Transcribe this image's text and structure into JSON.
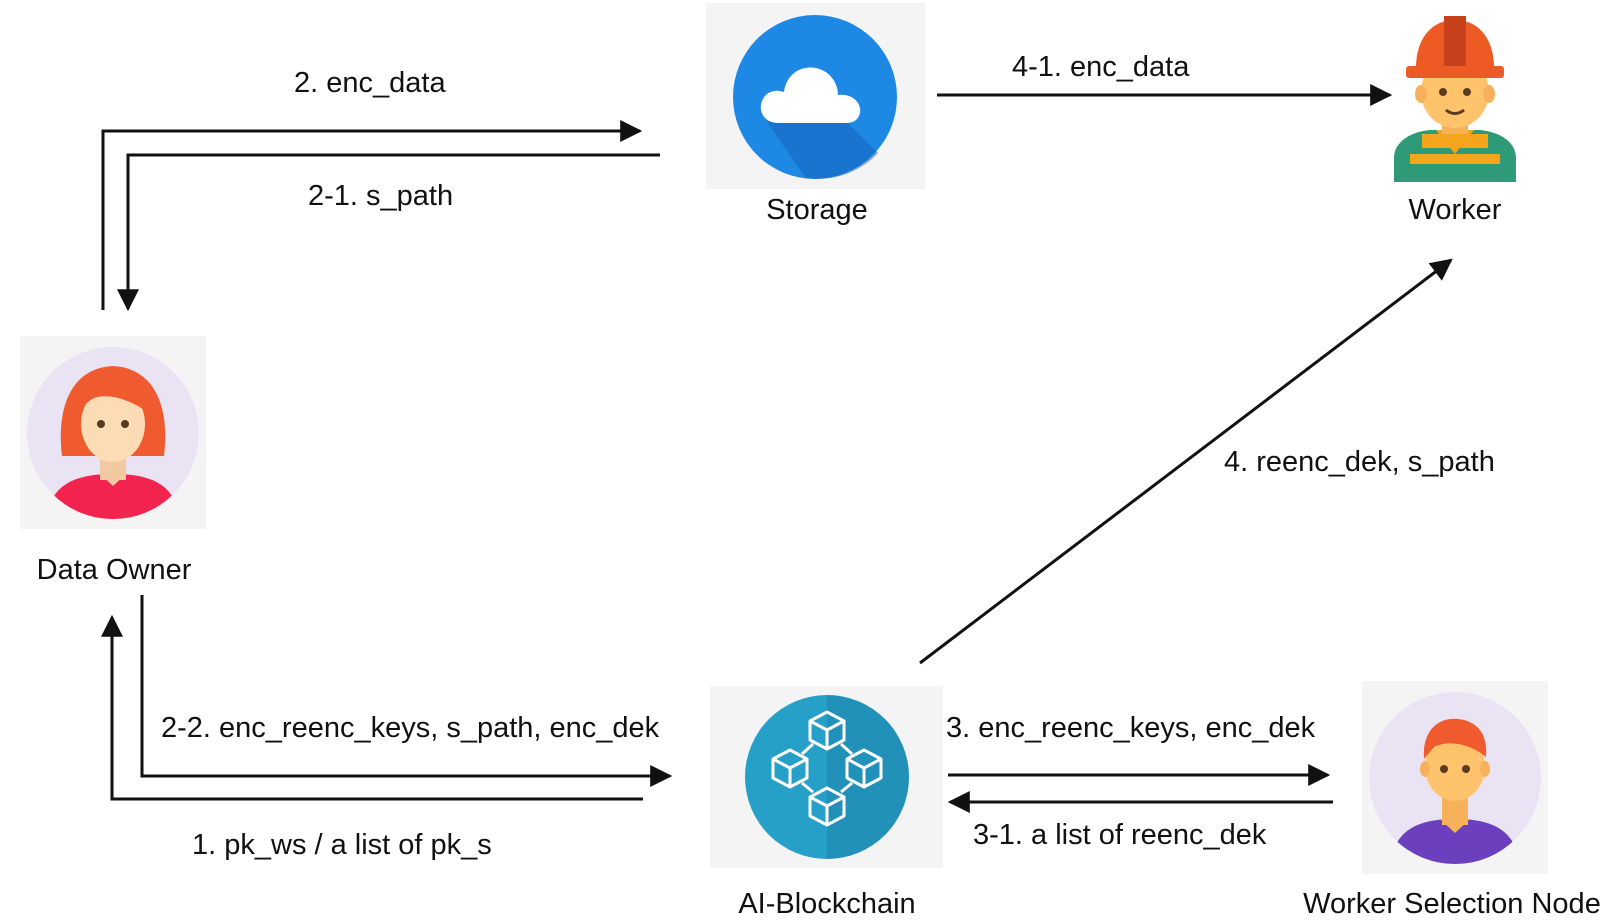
{
  "nodes": {
    "storage": {
      "label": "Storage",
      "icon": "cloud-storage-icon"
    },
    "worker": {
      "label": "Worker",
      "icon": "worker-hardhat-icon"
    },
    "data_owner": {
      "label": "Data Owner",
      "icon": "woman-avatar-icon"
    },
    "blockchain": {
      "label": "AI-Blockchain",
      "icon": "blockchain-cubes-icon"
    },
    "selection_node": {
      "label": "Worker Selection Node",
      "icon": "man-avatar-icon"
    }
  },
  "edges": {
    "e2": "2. enc_data",
    "e2_1": "2-1. s_path",
    "e4_1": "4-1. enc_data",
    "e4": "4. reenc_dek, s_path",
    "e2_2": "2-2. enc_reenc_keys, s_path, enc_dek",
    "e1": "1. pk_ws / a list of pk_s",
    "e3": "3. enc_reenc_keys, enc_dek",
    "e3_1": "3-1. a list of reenc_dek"
  },
  "colors": {
    "storage_blue": "#1e88e5",
    "blockchain_teal": "#26a0c9",
    "worker_helmet": "#ee5a24",
    "worker_vest": "#2e9a77",
    "owner_hair": "#ef5a2e",
    "owner_shirt": "#f3234f",
    "selection_shirt": "#6c3fbf",
    "avatar_bg": "#e9e3f3",
    "arrow": "#111111"
  }
}
